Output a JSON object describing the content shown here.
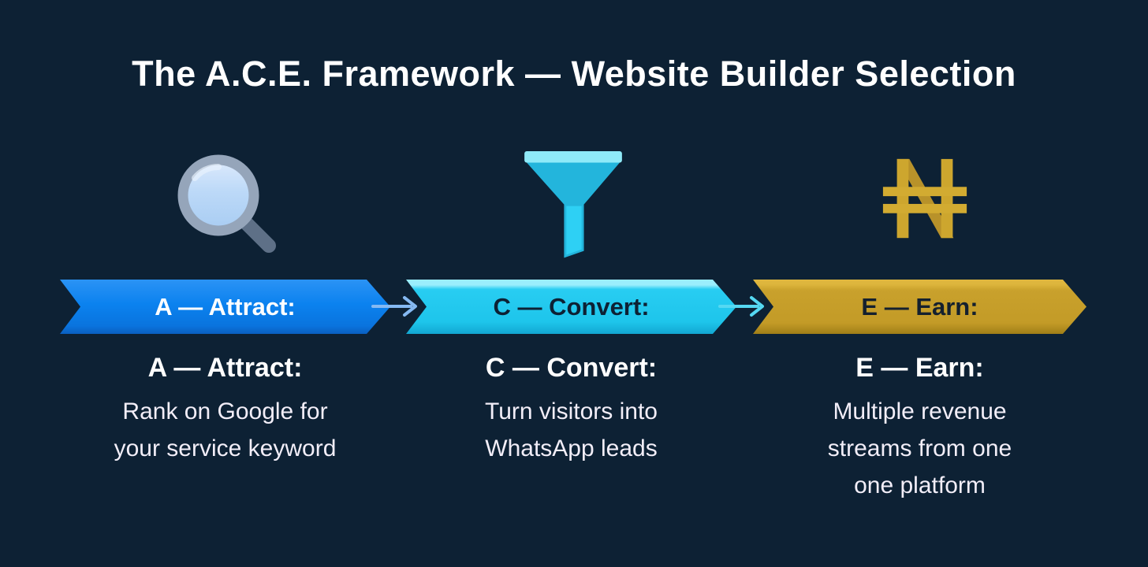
{
  "title": "The A.C.E. Framework — Website Builder Selection",
  "colors": {
    "background": "#0d2134",
    "banner_attract": "#0b82ef",
    "banner_convert": "#22cbf0",
    "banner_earn": "#c59f2b",
    "connector_attract_convert": "#85b9f2",
    "connector_convert_earn": "#55d8f2",
    "title_text": "#ffffff",
    "body_text": "#f2eef8"
  },
  "columns": [
    {
      "icon": "magnifying-glass-icon",
      "banner_label": "A — Attract:",
      "heading": "A — Attract:",
      "description_lines": [
        "Rank on Google for",
        "your service keyword"
      ]
    },
    {
      "icon": "funnel-icon",
      "banner_label": "C — Convert:",
      "heading": "C — Convert:",
      "description_lines": [
        "Turn visitors into",
        "WhatsApp leads"
      ]
    },
    {
      "icon": "naira-icon",
      "banner_label": "E — Earn:",
      "heading": "E — Earn:",
      "description_lines": [
        "Multiple revenue",
        "streams from one",
        "one platform"
      ]
    }
  ]
}
